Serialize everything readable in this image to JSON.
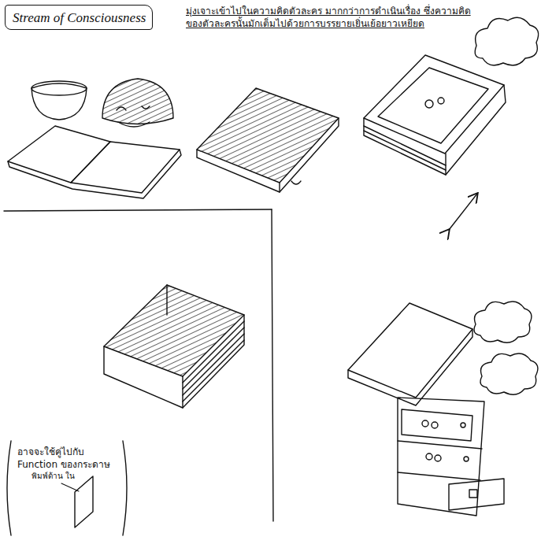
{
  "diagram": {
    "nodes": [
      {
        "text": [
          "Stream of Consciousness"
        ]
      }
    ],
    "labels": [
      "มุ่งเจาะเข้าไปในความคิดตัวละคร มากกว่าการดำเนินเรื่อง ซึ่งความคิดของตัวละครนั้นมักเต็มไปด้วยการบรรยายเยิ่นเย้อยาวเหยียด",
      "อาจจะใช้คู่ไปกับ Function ของกระดาษ",
      "พิมพ์ด้าน ใน"
    ]
  }
}
